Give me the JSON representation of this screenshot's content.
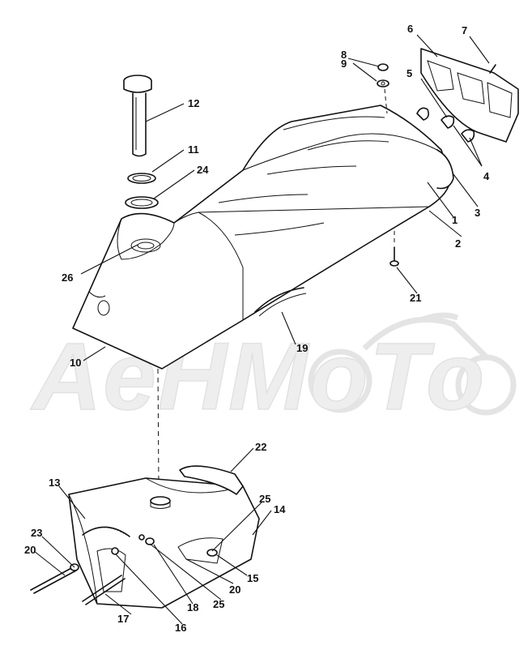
{
  "watermark": {
    "text": "AeHMoTo",
    "color": "#e6e6e6"
  },
  "callouts": {
    "c1": "1",
    "c2": "2",
    "c3": "3",
    "c4": "4",
    "c5": "5",
    "c6": "6",
    "c7": "7",
    "c8": "8",
    "c9": "9",
    "c10": "10",
    "c11": "11",
    "c12": "12",
    "c13": "13",
    "c14": "14",
    "c15": "15",
    "c16": "16",
    "c17": "17",
    "c18": "18",
    "c19": "19",
    "c20a": "20",
    "c20b": "20",
    "c21": "21",
    "c22": "22",
    "c23": "23",
    "c24": "24",
    "c25a": "25",
    "c25b": "25",
    "c26": "26"
  },
  "colors": {
    "line": "#111111",
    "background": "#ffffff"
  }
}
